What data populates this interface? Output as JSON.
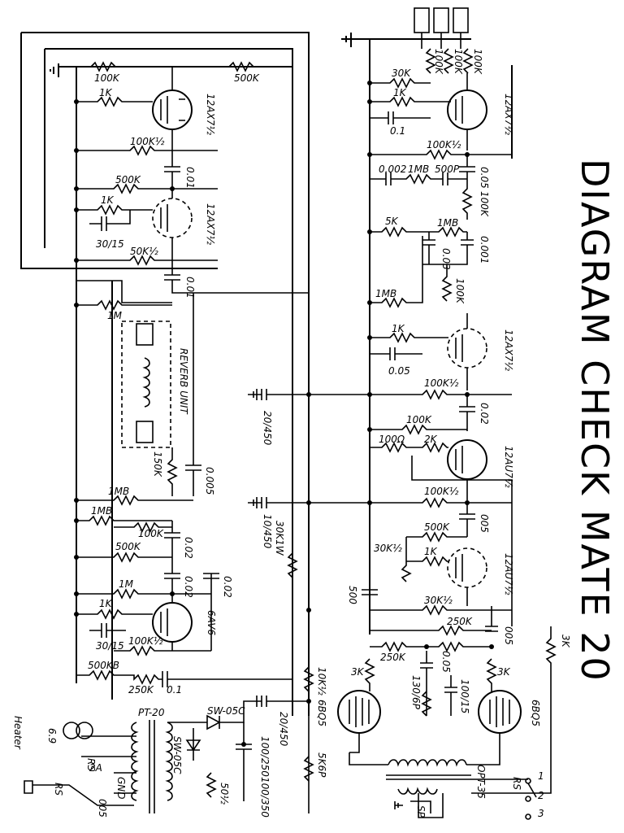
{
  "title": "DIAGRAM CHECK MATE 20",
  "labels": {
    "r100k_top": "100K",
    "r500k_top": "500K",
    "r1k_v1": "1K",
    "tube_v1": "12AX7½",
    "r100k_half_1": "100K½",
    "c001_1": "0.01",
    "r500k_2": "500K",
    "r1k_2": "1K",
    "c30_15_1": "30/15",
    "tube_v2": "12AX7½",
    "r50k_half": "50K½",
    "c001_2": "0.01",
    "pot_1m": "1M",
    "reverb": "REVERB UNIT",
    "r150k": "150K",
    "c0005_1": "0.005",
    "pot_1mb_1": "1MB",
    "pot_1mb_2": "1MB",
    "r100k_3": "100K",
    "c002_1": "0.02",
    "r500k_3": "500K",
    "c002_2": "0.02",
    "c002_3": "0.02",
    "r1m": "1M",
    "r1k_3": "1K",
    "tube_6av6": "6AV6",
    "c30_15_2": "30/15",
    "r100k_half_2": "100K½",
    "pot_500kb": "500KB",
    "r250k_1": "250K",
    "c01_1": "0.1",
    "c20_450_1": "20/450",
    "c10_450": "10/450",
    "r30k1w": "30K1W",
    "r10k_half": "10K½",
    "c20_450_2": "20/450",
    "r5k6p": "5K6P",
    "pt": "PT-20",
    "swosc_1": "SW-05C",
    "swosc_2": "SW-05C",
    "c100_250": "100/250",
    "c100_350": "100/350",
    "r50_half": "50½",
    "heater": "Heater",
    "jack_69": "6.9",
    "fuse": "2A",
    "sw_rs1": "RS",
    "sw_rs2": "RS",
    "gnd": "GND",
    "c005": "005",
    "r100k_j1": "100K",
    "r100k_j2": "100K",
    "r100k_j3": "100K",
    "r30k": "30K",
    "r1k_v3": "1K",
    "c01_2": "0.1",
    "tube_v3": "12AX7½",
    "r100k_half_3": "100K½",
    "c0002": "0.002",
    "pot_1mb_3": "1MB",
    "c500p": "500P",
    "c005_2": "0.05",
    "r100k_4": "100K",
    "r5k": "5K",
    "pot_1mb_4": "1MB",
    "c003": "0.03",
    "c0001": "0.001",
    "r100k_5": "100K",
    "pot_1mb_5": "1MB",
    "r1k_4": "1K",
    "c005_3": "0.05",
    "tube_v4": "12AX7½",
    "r100k_half_4": "100K½",
    "c002_4": "0.02",
    "r100k_6": "100K",
    "r100_ohm": "100Ω",
    "r2k": "2K",
    "tube_v5": "12AU7½",
    "r100k_half_5": "100K½",
    "c005_4": "005",
    "r500k_4": "500K",
    "r30k_half_1": "30K½",
    "r1k_5": "1K",
    "tube_v6": "12AU7½",
    "c500_1": "500",
    "r30k_half_2": "30K½",
    "r250k_2": "250K",
    "c005_5": "005",
    "r250k_3": "250K",
    "c005_6": "0.05",
    "r3k_1": "3K",
    "r130_6p": "130/6P",
    "c100_15": "100/15",
    "r3k_2": "3K",
    "tube_6bq5_1": "6BQ5",
    "tube_6bq5_2": "6BQ5",
    "r3k_nfb": "3K",
    "opt": "OPT-35",
    "sp": "SP",
    "out_1": "1",
    "out_2": "2",
    "out_3": "3",
    "rs_out": "RS"
  }
}
